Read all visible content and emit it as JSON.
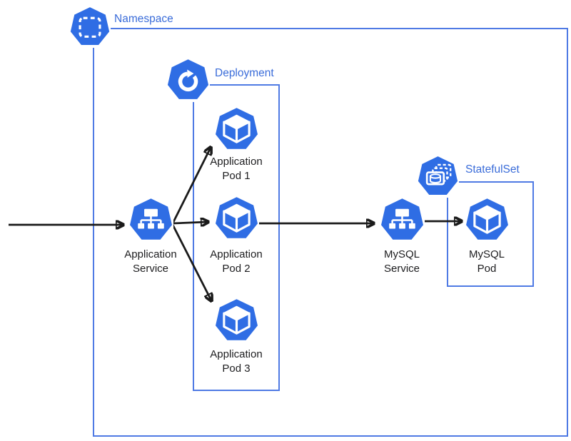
{
  "title": "Kubernetes application architecture diagram",
  "colors": {
    "k8s_blue": "#2f6de4",
    "box_border": "#4f7ae4",
    "blue_label": "#3a6cd9",
    "arrow_color": "#1a1a1a",
    "text_color": "#1d1d1f"
  },
  "diagram": {
    "groups": [
      {
        "id": "namespace",
        "label": "Namespace",
        "icon": "namespace-icon"
      },
      {
        "id": "deployment",
        "label": "Deployment",
        "icon": "deployment-icon"
      },
      {
        "id": "statefulset",
        "label": "StatefulSet",
        "icon": "statefulset-icon"
      }
    ],
    "nodes": [
      {
        "id": "app-service",
        "label": [
          "Application",
          "Service"
        ],
        "icon": "service-icon",
        "group": "namespace"
      },
      {
        "id": "app-pod-1",
        "label": [
          "Application",
          "Pod 1"
        ],
        "icon": "pod-icon",
        "group": "deployment"
      },
      {
        "id": "app-pod-2",
        "label": [
          "Application",
          "Pod 2"
        ],
        "icon": "pod-icon",
        "group": "deployment"
      },
      {
        "id": "app-pod-3",
        "label": [
          "Application",
          "Pod 3"
        ],
        "icon": "pod-icon",
        "group": "deployment"
      },
      {
        "id": "mysql-service",
        "label": [
          "MySQL",
          "Service"
        ],
        "icon": "service-icon",
        "group": "namespace"
      },
      {
        "id": "mysql-pod",
        "label": [
          "MySQL",
          "Pod"
        ],
        "icon": "pod-icon",
        "group": "statefulset"
      }
    ],
    "edges": [
      {
        "from": "external-traffic",
        "to": "app-service"
      },
      {
        "from": "app-service",
        "to": "app-pod-1"
      },
      {
        "from": "app-service",
        "to": "app-pod-2"
      },
      {
        "from": "app-service",
        "to": "app-pod-3"
      },
      {
        "from": "app-pod-2",
        "to": "mysql-service"
      },
      {
        "from": "mysql-service",
        "to": "mysql-pod"
      }
    ]
  }
}
